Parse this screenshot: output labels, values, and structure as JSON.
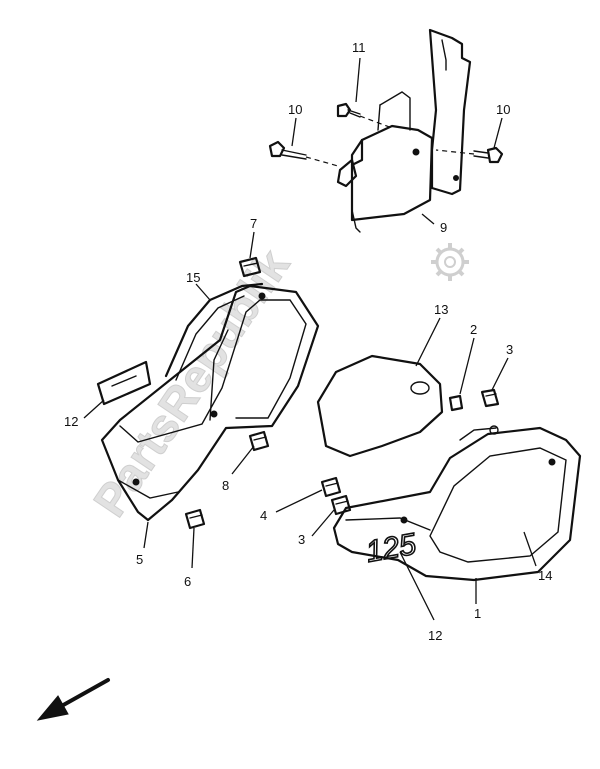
{
  "watermark": {
    "text": "PartsRepublik",
    "color": "#d9d9d9"
  },
  "decal_text": "125",
  "callouts": [
    "11",
    "10",
    "10",
    "9",
    "7",
    "15",
    "13",
    "2",
    "3",
    "12",
    "8",
    "5",
    "6",
    "4",
    "3",
    "14",
    "1",
    "12"
  ],
  "colors": {
    "line": "#111111",
    "background": "#ffffff"
  },
  "icons": {
    "front_direction": "arrow-down-left-icon",
    "watermark_logo": "gear-icon"
  }
}
